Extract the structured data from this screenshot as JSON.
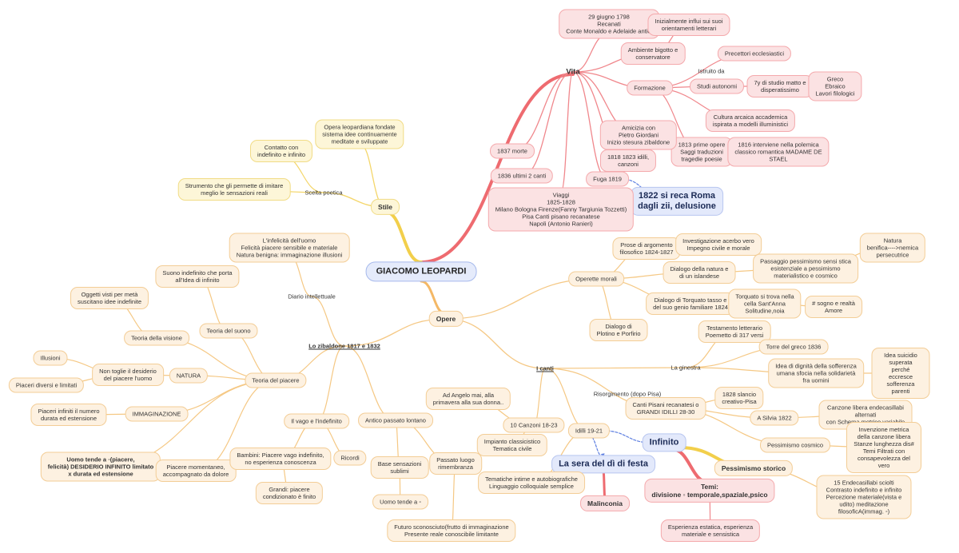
{
  "center": "GIACOMO LEOPARDI",
  "vita": {
    "label": "Vita",
    "birth": "29 giugno 1798\nRecanati\nConte Monaldo e Adelaide antici",
    "influences": "Inizialmente influi sui suoi\norientamenti letterari",
    "ambiente": "Ambiente bigotto e\nconservatore",
    "precettori": "Precettori ecclesiastici",
    "istruito": "Istruito da",
    "formazione": "Formazione",
    "studi": "Studi autonomi",
    "studio7": "7y di studio matto e\ndisperatissimo",
    "lingue": "Greco\nEbraico\nLavori filologici",
    "cultura": "Cultura arcaica accademica\nispirata a modelli illuministici",
    "y1813": "1813 prime opere\nSaggi traduzioni\ntragedie poesie",
    "y1816": "1816 interviene nella polemica\nclassico romantica MADAME DE\nSTAEL",
    "amicizia": "Amicizia con\nPietro Giordani\nInizio stesura zibaldone",
    "y1818": "1818 1823 idilli,\ncanzoni",
    "morte": "1837 morte",
    "ultimi": "1836 ultimi 2 canti",
    "fuga": "Fuga 1819",
    "roma": "1822 si reca Roma\ndagli zii, delusione",
    "viaggi": "Viaggi\n1825-1828\nMilano Bologna Firenze(Fanny Targiunia Tozzetti)\nPisa  Canti pisano recanatese\nNapoli (Antonio Ranieri)"
  },
  "stile": {
    "label": "Stile",
    "opera": "Opera leopardiana fondate\nsistema idee continuamente\nmeditate e sviluppate",
    "contatto": "Contatto con\nindefinito e infinito",
    "strumento": "Strumento che gli permette di imitare\nmeglio le sensazioni reali",
    "scelta": "Scelta poetica"
  },
  "opere": {
    "label": "Opere",
    "operette": "Operette morali",
    "prose": "Prose di argomento\nfilosofico 1824-1827",
    "investigazione": "Investigazione acerbo vero\nImpegno civile e morale",
    "dialogo_natura": "Dialogo della natura e\ndi un islandese",
    "passaggio": "Passaggio pessimismo sensi stica\nesistenziale a pessimismo\nmaterialistico e cosmico",
    "natura": "Natura\nbenifica---->nemica\npersecutrice",
    "dialogo_tasso": "Dialogo di Torquato tasso e\ndel suo genio familiare 1824",
    "torquato": "Torquato si trova nella\ncella Sant'Anna\nSolitudine,noia",
    "sogno": "# sogno e realtà\nAmore",
    "plotino": "Dialogo di\nPlotino e Porfirio",
    "canti": "I canti",
    "ginestra": "La ginestra",
    "testamento": "Testamento letterario\nPoemetto di 317 versi",
    "torre": "Torre del greco 1836",
    "idea_dignita": "Idea di dignità della sofferenza\numana sfocia  nella solidarietà\nfra uomini",
    "idea_suicidio": "Idea suicidio  superata\nperché eccresce sofferenza\nparenti",
    "risorgimento": "Risorgimento (dopo Pisa)",
    "canti_pisani": "Canti Pisani recanatesi o\nGRANDI IDILLI 28-30",
    "slancio": "1828 slancio\ncreativo-Pisa",
    "silvia": "A Silvia  1822",
    "canzone": "Canzone libera endecasillabi alternati\ncon Schema metrico variabile",
    "pess_cosmico": "Pessimismo cosmico",
    "invenzione": "Invenzione metrica della canzone libera\nStanze lunghezza dis#\nTemi Filtrati con consapevolezza del vero",
    "angelo": "Ad Angelo mai, alla\nprimavera alla sua donna..",
    "canzoni10": "10 Canzoni 18-23",
    "impianto": "Impianto classicistico\nTematica civile",
    "idilli": "Idilli 19-21",
    "infinito": "Infinito",
    "sera": "La sera del dì di festa",
    "malinconia": "Malinconia",
    "pess_storico": "Pessimismo storico",
    "temi": "Temi:\ndivisione ◦ temporale,spaziale,psico",
    "endecasillabi": "15 Endecasillabi sciolti\nContrasto indefinito e infinito\nPercezione materiale(vista e udito) meditazione filosoficA(immag. ◦)",
    "esperienza": "Esperienza estatica, esperienza\nmateriale e sensistica",
    "tematiche": "Tematiche intime e autobiografiche\nLinguaggio colloquiale semplice"
  },
  "zibaldone": {
    "label": "Lo zibaldone 1817 e 1832",
    "diario": "Diario intellettuale",
    "infelicita": "L'infelicità dell'uomo\nFelicità piacere sensibile e materiale\nNatura benigna: immaginazione illusioni",
    "suono_ind": "Suono indefinito che porta\nall'Idea di infinito",
    "oggetti": "Oggetti visti per metà\nsuscitano idee indefinite",
    "teoria_suono": "Teoria del suono",
    "teoria_visione": "Teoria della visione",
    "illusioni": "Illusioni",
    "non_toglie": "Non toglie il desiderio\ndel piacere l'uomo",
    "natura": "NATURA",
    "teoria_piacere": "Teoria del piacere",
    "piaceri_div": "Piaceri diversi e limitati",
    "piaceri_inf": "Piaceri infiniti il numero\ndurata ed estensione",
    "immaginazione": "IMMAGINAZIONE",
    "uomo_tende": "Uomo tende a ◦(piacere,\nfelicità) DESIDERIO INFINITO  limitato\nx durata ed estensione",
    "piacere_mom": "Piacere momentaneo,\naccompagnato da dolore",
    "vago": "Il vago e l'indefinito",
    "bambini": "Bambini: Piacere vago indefinito,\nno esperienza conoscenza",
    "ricordi": "Ricordi",
    "grandi": "Grandi: piacere\ncondizionato è finito",
    "antico": "Antico passato lontano",
    "base": "Base sensazioni\nsublimi",
    "passato": "Passato luogo\nrimembranza",
    "uomo_tende2": "Uomo tende a ◦",
    "futuro": "Futuro sconosciuto(frutto di immaginazione\nPresente reale conoscibile limitante"
  }
}
